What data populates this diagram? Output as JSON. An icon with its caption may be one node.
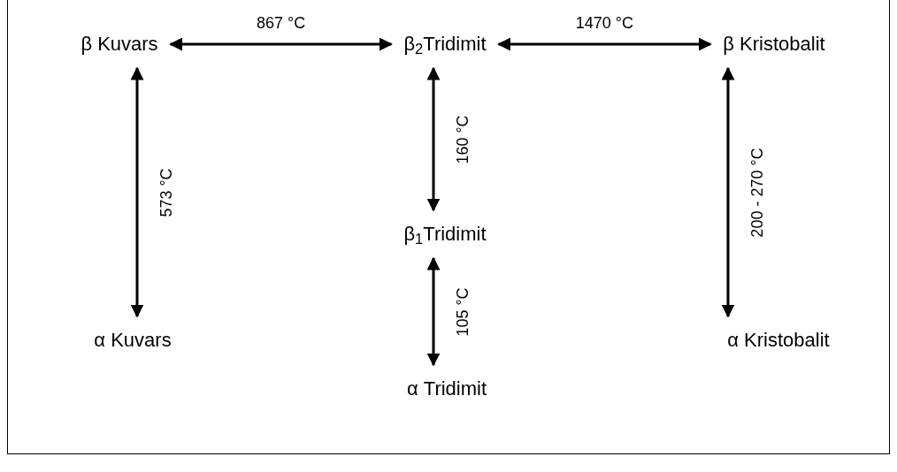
{
  "diagram": {
    "nodes": [
      {
        "text": [
          "β Kuvars"
        ]
      },
      {
        "text": [
          "β$_{2}$Tridimit"
        ]
      },
      {
        "text": [
          "β Kristobalit"
        ]
      },
      {
        "text": [
          "β$_{1}$Tridimit"
        ]
      },
      {
        "text": [
          "α Kuvars"
        ]
      },
      {
        "text": [
          "α Kristobalit"
        ]
      },
      {
        "text": [
          "α Tridimit"
        ]
      }
    ],
    "edges": [
      {
        "from": 0,
        "to": 1,
        "arrow": "both",
        "label": "867 °C"
      },
      {
        "from": 1,
        "to": 2,
        "arrow": "both",
        "label": "1470 °C"
      },
      {
        "from": 0,
        "to": 4,
        "arrow": "both",
        "label": "573 °C"
      },
      {
        "from": 1,
        "to": 3,
        "arrow": "both",
        "label": "160 °C"
      },
      {
        "from": 3,
        "to": 6,
        "arrow": "both",
        "label": "105 °C"
      },
      {
        "from": 2,
        "to": 5,
        "arrow": "both",
        "label": "200 - 270 °C"
      }
    ]
  }
}
